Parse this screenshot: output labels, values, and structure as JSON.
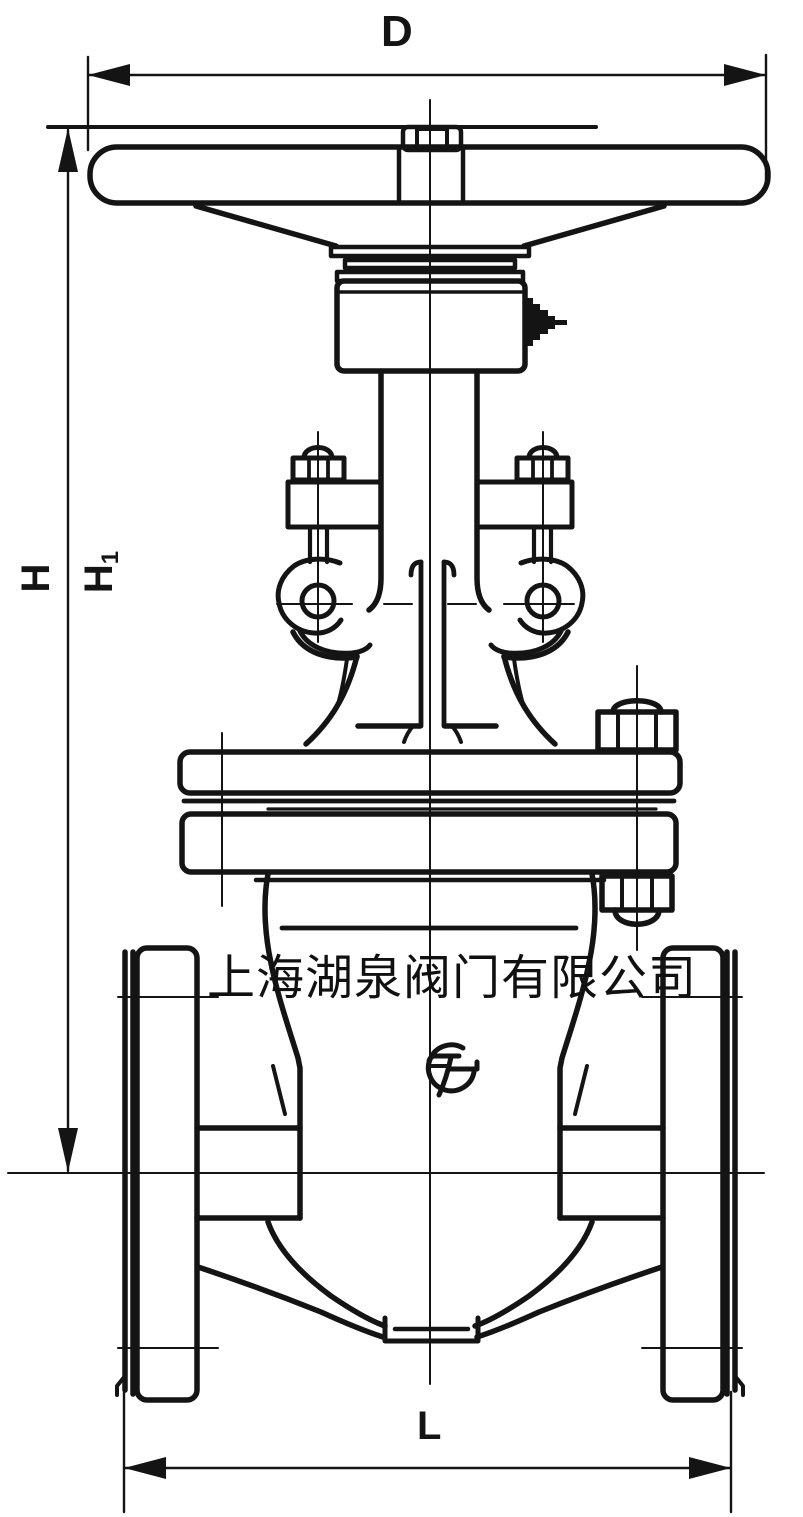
{
  "drawing": {
    "dimension_labels": {
      "d": "D",
      "h": "H",
      "h1_base": "H",
      "h1_subscript": "1",
      "l": "L"
    },
    "watermark": {
      "company_name": "上海湖泉阀门有限公司",
      "logo_icon": "gf-monogram"
    },
    "colors": {
      "line": "#111111",
      "background": "#ffffff"
    }
  }
}
